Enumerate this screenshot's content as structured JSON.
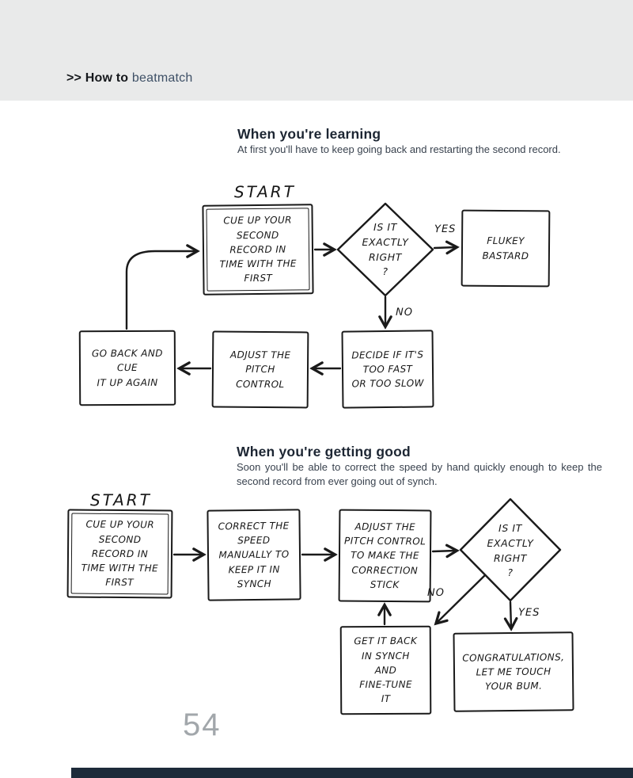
{
  "header": {
    "eyebrow": ">> How to ",
    "title": "beatmatch"
  },
  "sections": [
    {
      "heading": "When you're learning",
      "body": "At first you'll have to keep going back and restarting the second record."
    },
    {
      "heading": "When you're getting good",
      "body": "Soon you'll be able to correct the speed by hand quickly enough to keep the second record from ever going out of synch."
    }
  ],
  "flowchart_learning": {
    "start_label": "START",
    "cue_box": "CUE UP YOUR\nSECOND\nRECORD IN\nTIME WITH THE\nFIRST",
    "decision_diamond": "IS IT\nEXACTLY\nRIGHT\n?",
    "yes_label": "YES",
    "no_label": "NO",
    "flukey_box": "FLUKEY\nBASTARD",
    "decide_box": "DECIDE IF IT'S\nTOO FAST\nOR TOO SLOW",
    "adjust_box": "ADJUST THE\nPITCH\nCONTROL",
    "go_back_box": "GO BACK AND\nCUE\nIT UP AGAIN"
  },
  "flowchart_getting_good": {
    "start_label": "START",
    "cue_box": "CUE UP YOUR\nSECOND\nRECORD IN\nTIME WITH THE\nFIRST",
    "correct_box": "CORRECT THE\nSPEED\nMANUALLY TO\nKEEP IT IN\nSYNCH",
    "adjust_box": "ADJUST THE\nPITCH CONTROL\nTO MAKE THE\nCORRECTION\nSTICK",
    "decision_diamond": "IS IT\nEXACTLY\nRIGHT\n?",
    "no_label": "NO",
    "yes_label": "YES",
    "get_back_box": "GET IT BACK\nIN SYNCH\nAND\nFINE-TUNE\nIT",
    "congrats_box": "CONGRATULATIONS,\nLET ME TOUCH\nYOUR BUM."
  },
  "page_number": "54",
  "colors": {
    "header_bg": "#e9eaea",
    "title_accent": "#3e5066",
    "ink": "#1a1a1a",
    "body_text": "#39424e",
    "page_number_grey": "#a2a7ab",
    "footer_navy": "#1d2b3a"
  }
}
